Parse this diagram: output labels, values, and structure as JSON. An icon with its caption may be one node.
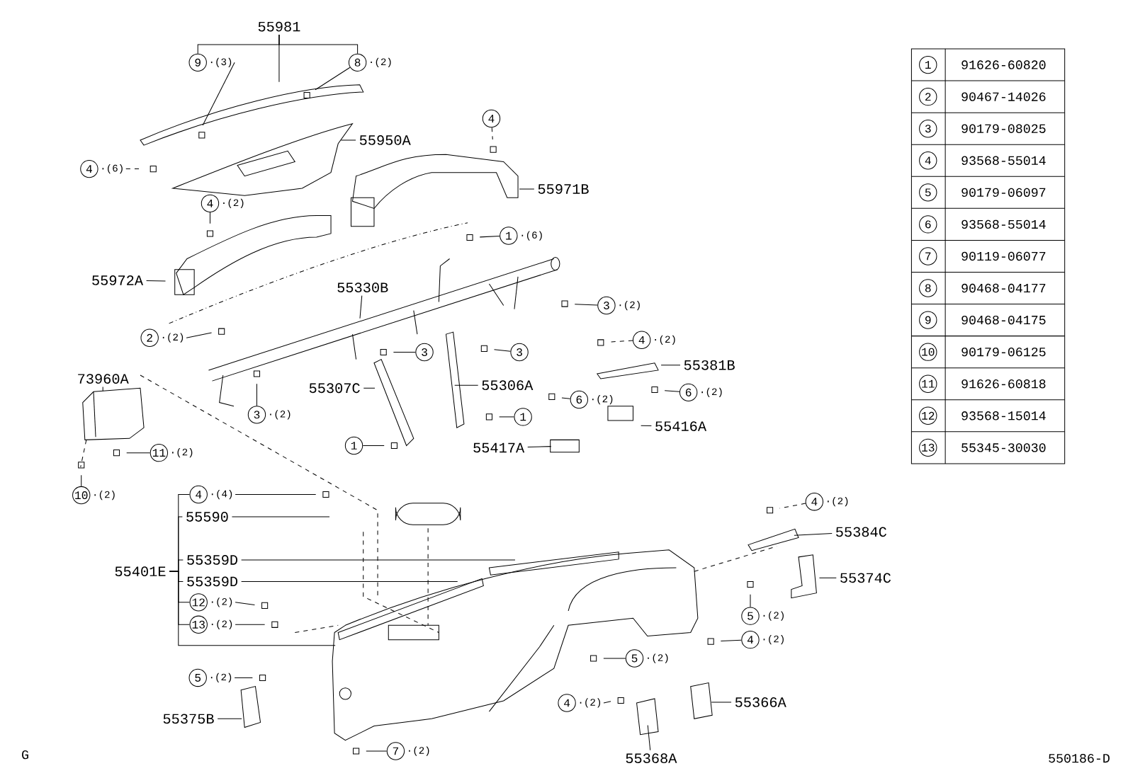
{
  "diagram": {
    "nodes": [
      {
        "text": [
          "55981"
        ]
      },
      {
        "text": [
          "9"
        ],
        "beside": [
          "·(3)"
        ]
      },
      {
        "text": [
          "8"
        ],
        "beside": [
          "·(2)"
        ]
      },
      {
        "text": [
          "4"
        ]
      },
      {
        "text": [
          "4"
        ],
        "beside": [
          "·(6)"
        ]
      },
      {
        "text": [
          "55950A"
        ]
      },
      {
        "text": [
          "55971B"
        ]
      },
      {
        "text": [
          "4"
        ],
        "beside": [
          "·(2)"
        ]
      },
      {
        "text": [
          "1"
        ],
        "beside": [
          "·(6)"
        ]
      },
      {
        "text": [
          "55972A"
        ]
      },
      {
        "text": [
          "55330B"
        ]
      },
      {
        "text": [
          "3"
        ],
        "beside": [
          "·(2)"
        ]
      },
      {
        "text": [
          "2"
        ],
        "beside": [
          "·(2)"
        ]
      },
      {
        "text": [
          "4"
        ],
        "beside": [
          "·(2)"
        ]
      },
      {
        "text": [
          "3"
        ]
      },
      {
        "text": [
          "3"
        ]
      },
      {
        "text": [
          "55381B"
        ]
      },
      {
        "text": [
          "73960A"
        ]
      },
      {
        "text": [
          "55306A"
        ]
      },
      {
        "text": [
          "55307C"
        ]
      },
      {
        "text": [
          "6"
        ],
        "beside": [
          "·(2)"
        ]
      },
      {
        "text": [
          "6"
        ],
        "beside": [
          "·(2)"
        ]
      },
      {
        "text": [
          "1"
        ]
      },
      {
        "text": [
          "3"
        ],
        "beside": [
          "·(2)"
        ]
      },
      {
        "text": [
          "55416A"
        ]
      },
      {
        "text": [
          "55417A"
        ]
      },
      {
        "text": [
          "1"
        ]
      },
      {
        "text": [
          "11"
        ],
        "beside": [
          "·(2)"
        ]
      },
      {
        "text": [
          "10"
        ],
        "beside": [
          "·(2)"
        ]
      },
      {
        "text": [
          "4"
        ],
        "beside": [
          "·(4)"
        ]
      },
      {
        "text": [
          "4"
        ],
        "beside": [
          "·(2)"
        ]
      },
      {
        "text": [
          "55590"
        ]
      },
      {
        "text": [
          "55384C"
        ]
      },
      {
        "text": [
          "55359D"
        ]
      },
      {
        "text": [
          "55401E"
        ]
      },
      {
        "text": [
          "55374C"
        ]
      },
      {
        "text": [
          "55359D"
        ]
      },
      {
        "text": [
          "12"
        ],
        "beside": [
          "·(2)"
        ]
      },
      {
        "text": [
          "5"
        ],
        "beside": [
          "·(2)"
        ]
      },
      {
        "text": [
          "13"
        ],
        "beside": [
          "·(2)"
        ]
      },
      {
        "text": [
          "4"
        ],
        "beside": [
          "·(2)"
        ]
      },
      {
        "text": [
          "5"
        ],
        "beside": [
          "·(2)"
        ]
      },
      {
        "text": [
          "5"
        ],
        "beside": [
          "·(2)"
        ]
      },
      {
        "text": [
          "4"
        ],
        "beside": [
          "·(2)"
        ]
      },
      {
        "text": [
          "55366A"
        ]
      },
      {
        "text": [
          "55375B"
        ]
      },
      {
        "text": [
          "55368A"
        ]
      },
      {
        "text": [
          "7"
        ],
        "beside": [
          "·(2)"
        ]
      },
      {
        "text": [
          "1"
        ]
      },
      {
        "text": [
          "2"
        ]
      },
      {
        "text": [
          "3"
        ]
      },
      {
        "text": [
          "4"
        ]
      },
      {
        "text": [
          "5"
        ]
      },
      {
        "text": [
          "6"
        ]
      },
      {
        "text": [
          "7"
        ]
      },
      {
        "text": [
          "8"
        ]
      },
      {
        "text": [
          "9"
        ]
      },
      {
        "text": [
          "10"
        ]
      },
      {
        "text": [
          "11"
        ]
      },
      {
        "text": [
          "12"
        ]
      },
      {
        "text": [
          "13"
        ]
      }
    ],
    "edges": [
      {
        "from": 0,
        "to": 1,
        "arrow": "none"
      },
      {
        "from": 0,
        "to": 2,
        "arrow": "none"
      },
      {
        "from": 0,
        "to": null,
        "arrow": "none"
      },
      {
        "from": 1,
        "to": null,
        "arrow": "none"
      },
      {
        "from": 2,
        "to": null,
        "arrow": "none"
      },
      {
        "from": 3,
        "to": null,
        "arrow": "none",
        "style": "dashed"
      },
      {
        "from": 4,
        "to": null,
        "arrow": "none",
        "style": "dashed"
      },
      {
        "from": 5,
        "to": null,
        "arrow": "none"
      },
      {
        "from": 6,
        "to": null,
        "arrow": "none"
      },
      {
        "from": 7,
        "to": null,
        "arrow": "none"
      },
      {
        "from": 8,
        "to": null,
        "arrow": "none"
      },
      {
        "from": 9,
        "to": null,
        "arrow": "none"
      },
      {
        "from": 10,
        "to": null,
        "arrow": "none"
      },
      {
        "from": 11,
        "to": null,
        "arrow": "none"
      },
      {
        "from": 12,
        "to": null,
        "arrow": "none"
      },
      {
        "from": 13,
        "to": null,
        "arrow": "none",
        "style": "dashed"
      },
      {
        "from": 14,
        "to": null,
        "arrow": "none"
      },
      {
        "from": 15,
        "to": null,
        "arrow": "none"
      },
      {
        "from": 16,
        "to": null,
        "arrow": "none"
      },
      {
        "from": 17,
        "to": null,
        "arrow": "none"
      },
      {
        "from": 18,
        "to": null,
        "arrow": "none"
      },
      {
        "from": 19,
        "to": null,
        "arrow": "none"
      },
      {
        "from": 20,
        "to": null,
        "arrow": "none"
      },
      {
        "from": 21,
        "to": null,
        "arrow": "none"
      },
      {
        "from": 22,
        "to": null,
        "arrow": "none"
      },
      {
        "from": 23,
        "to": null,
        "arrow": "none"
      },
      {
        "from": 24,
        "to": null,
        "arrow": "none"
      },
      {
        "from": 25,
        "to": null,
        "arrow": "none"
      },
      {
        "from": 26,
        "to": null,
        "arrow": "none"
      },
      {
        "from": 27,
        "to": null,
        "arrow": "none"
      },
      {
        "from": 28,
        "to": null,
        "arrow": "none"
      },
      {
        "from": 29,
        "to": null,
        "arrow": "none"
      },
      {
        "from": 30,
        "to": null,
        "arrow": "none",
        "style": "dashed"
      },
      {
        "from": 31,
        "to": null,
        "arrow": "none"
      },
      {
        "from": 32,
        "to": null,
        "arrow": "none"
      },
      {
        "from": 33,
        "to": null,
        "arrow": "none"
      },
      {
        "from": 34,
        "to": 29,
        "arrow": "none"
      },
      {
        "from": 34,
        "to": 31,
        "arrow": "none"
      },
      {
        "from": 34,
        "to": 33,
        "arrow": "none"
      },
      {
        "from": 34,
        "to": 36,
        "arrow": "none"
      },
      {
        "from": 34,
        "to": 37,
        "arrow": "none"
      },
      {
        "from": 34,
        "to": 39,
        "arrow": "none"
      },
      {
        "from": 34,
        "to": null,
        "arrow": "none"
      },
      {
        "from": 35,
        "to": null,
        "arrow": "none"
      },
      {
        "from": 36,
        "to": null,
        "arrow": "none"
      },
      {
        "from": 37,
        "to": null,
        "arrow": "none"
      },
      {
        "from": 38,
        "to": null,
        "arrow": "none"
      },
      {
        "from": 39,
        "to": null,
        "arrow": "none"
      },
      {
        "from": 40,
        "to": null,
        "arrow": "none"
      },
      {
        "from": 41,
        "to": null,
        "arrow": "none"
      },
      {
        "from": 42,
        "to": null,
        "arrow": "none"
      },
      {
        "from": 43,
        "to": null,
        "arrow": "none"
      },
      {
        "from": 44,
        "to": null,
        "arrow": "none"
      },
      {
        "from": 45,
        "to": null,
        "arrow": "none"
      },
      {
        "from": 46,
        "to": null,
        "arrow": "none"
      },
      {
        "from": 47,
        "to": null,
        "arrow": "none"
      }
    ],
    "labels": [
      "91626-60820",
      "90467-14026",
      "90179-08025",
      "93568-55014",
      "90179-06097",
      "93568-55014",
      "90119-06077",
      "90468-04177",
      "90468-04175",
      "90179-06125",
      "91626-60818",
      "93568-15014",
      "55345-30030",
      "G",
      "550186-D"
    ]
  }
}
